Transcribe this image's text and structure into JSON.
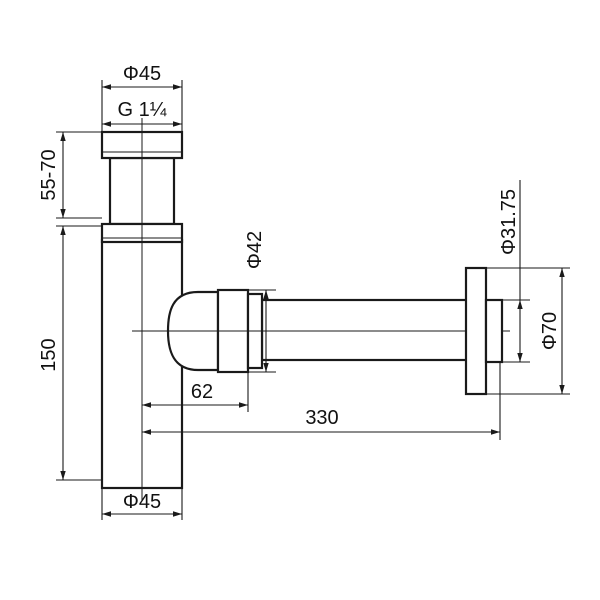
{
  "drawing": {
    "dimensions": {
      "top_diameter": "Φ45",
      "thread": "G 1¼",
      "adjust_height": "55-70",
      "body_height": "150",
      "bottom_diameter": "Φ45",
      "tube_diameter": "Φ42",
      "horizontal_offset": "62",
      "total_length": "330",
      "outlet_diameter": "Φ31.75",
      "flange_diameter": "Φ70"
    }
  }
}
